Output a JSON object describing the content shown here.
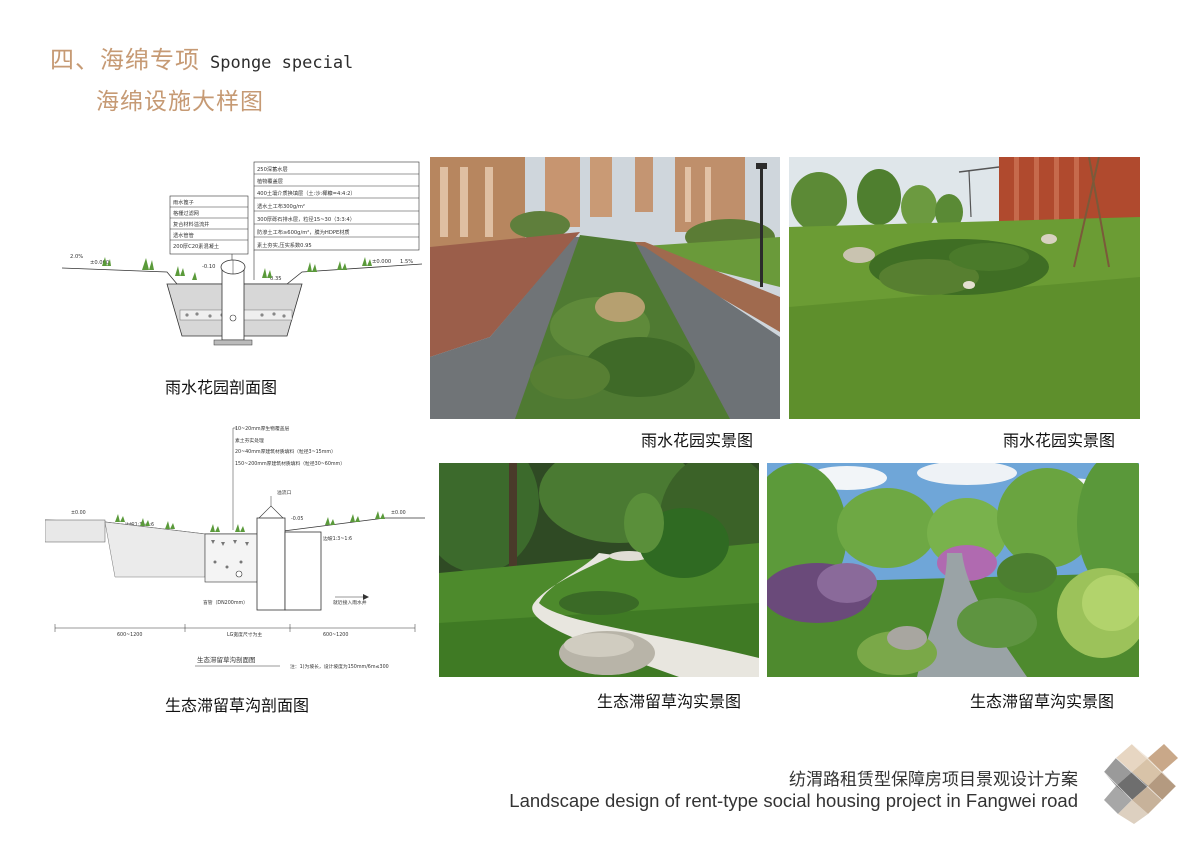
{
  "header": {
    "title_cn": "四、海绵专项",
    "title_en": "Sponge special",
    "subtitle": "海绵设施大样图"
  },
  "diagram1": {
    "caption": "雨水花园剖面图",
    "labels_left": [
      "雨水篦子",
      "格栅过滤网",
      "复合材料溢流井",
      "透水管管",
      "200厚C20素混凝土"
    ],
    "labels_right": [
      "250深蓄水层",
      "植物覆盖层",
      "400土壤介质换填层（土:沙:椰糠=4:4:2）",
      "透水土工布300g/m²",
      "300厚砾石排水层，粒径15~30（3:3:4）",
      "防渗土工布≥600g/m²，膜为HDPE材质",
      "素土夯实,压实系数0.95"
    ],
    "level_left": "±0.000",
    "slope_left": "2.0%",
    "level_mid": "-0.10",
    "level_right": "±0.000",
    "slope_right": "1.5%",
    "dim_mid": "0.35"
  },
  "diagram2": {
    "caption": "生态滞留草沟剖面图",
    "notes_top": [
      "10~20mm厚生物覆盖层",
      "素土夯实处理",
      "20~40mm厚建筑材质填料（粒径3~15mm）",
      "150~200mm厚建筑材质填料（粒径30~60mm）"
    ],
    "overflow_label": "溢流口",
    "level_left": "±0.00",
    "level_right": "±0.00",
    "level_mid": "-0.05",
    "slope_left": "边坡1:3~1:6",
    "slope_right": "边坡1:3~1:6",
    "pipe_label": "盲管（DN200mm）",
    "drain_label": "就近接入雨水井",
    "dims": [
      "600~1200",
      "LG宽度尺寸为主",
      "600~1200"
    ],
    "inner_title": "生态滞留草沟剖面图",
    "note": "注：1)为坡长，设计坡度为150mm/6m≤300"
  },
  "photos": [
    {
      "caption": "雨水花园实景图"
    },
    {
      "caption": "雨水花园实景图"
    },
    {
      "caption": "生态滞留草沟实景图"
    },
    {
      "caption": "生态滞留草沟实景图"
    }
  ],
  "footer": {
    "title_cn": "纺渭路租赁型保障房项目景观设计方案",
    "title_en": "Landscape design of rent-type social housing project in Fangwei road"
  }
}
